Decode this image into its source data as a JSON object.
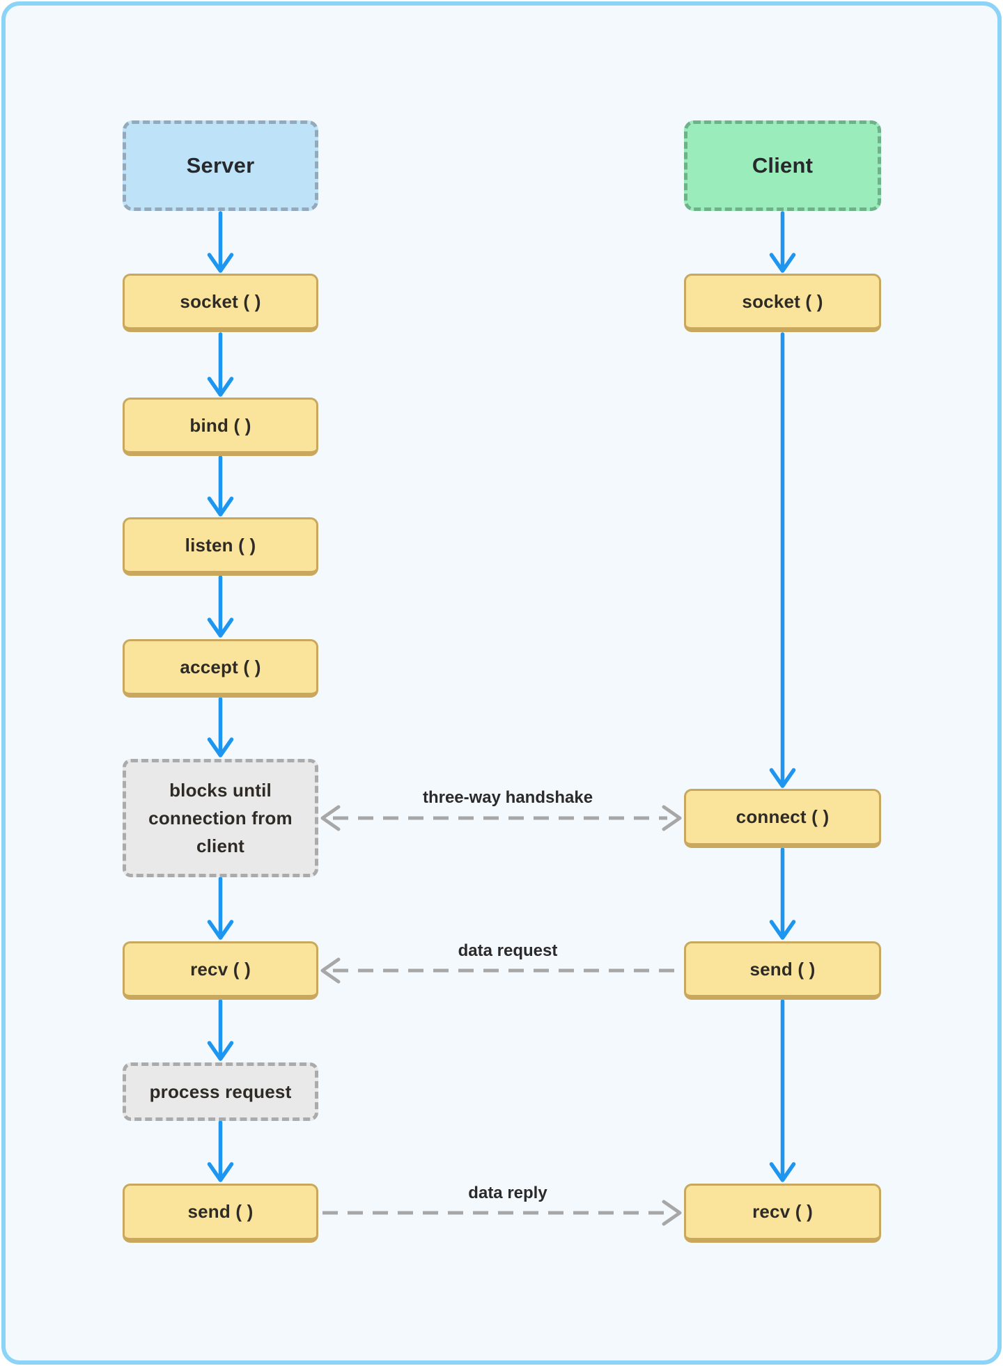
{
  "server": {
    "title": "Server",
    "steps": [
      {
        "label": "socket ( )",
        "kind": "call"
      },
      {
        "label": "bind ( )",
        "kind": "call"
      },
      {
        "label": "listen ( )",
        "kind": "call"
      },
      {
        "label": "accept ( )",
        "kind": "call"
      },
      {
        "label": "blocks until connection from client",
        "kind": "note"
      },
      {
        "label": "recv ( )",
        "kind": "call"
      },
      {
        "label": "process request",
        "kind": "note"
      },
      {
        "label": "send ( )",
        "kind": "call"
      }
    ]
  },
  "client": {
    "title": "Client",
    "steps": [
      {
        "label": "socket ( )",
        "kind": "call"
      },
      {
        "label": "connect ( )",
        "kind": "call"
      },
      {
        "label": "send ( )",
        "kind": "call"
      },
      {
        "label": "recv ( )",
        "kind": "call"
      }
    ]
  },
  "messages": [
    {
      "label": "three-way handshake",
      "direction": "bidirectional"
    },
    {
      "label": "data request",
      "direction": "client-to-server"
    },
    {
      "label": "data reply",
      "direction": "server-to-client"
    }
  ],
  "colors": {
    "panel_background": "#F4F9FD",
    "panel_border": "#8BD3F7",
    "flow_arrow": "#1E96F0",
    "message_arrow": "#A7A7A7",
    "call_box_fill": "#FAE49C",
    "call_box_border": "#C9A85D",
    "note_box_fill": "#E9E9E9",
    "note_box_border": "#ABABAB",
    "server_title_fill": "#BEE3F8",
    "server_title_border": "#94A9BB",
    "client_title_fill": "#9AECBB",
    "client_title_border": "#6FB289",
    "text": "#2E2B26"
  }
}
